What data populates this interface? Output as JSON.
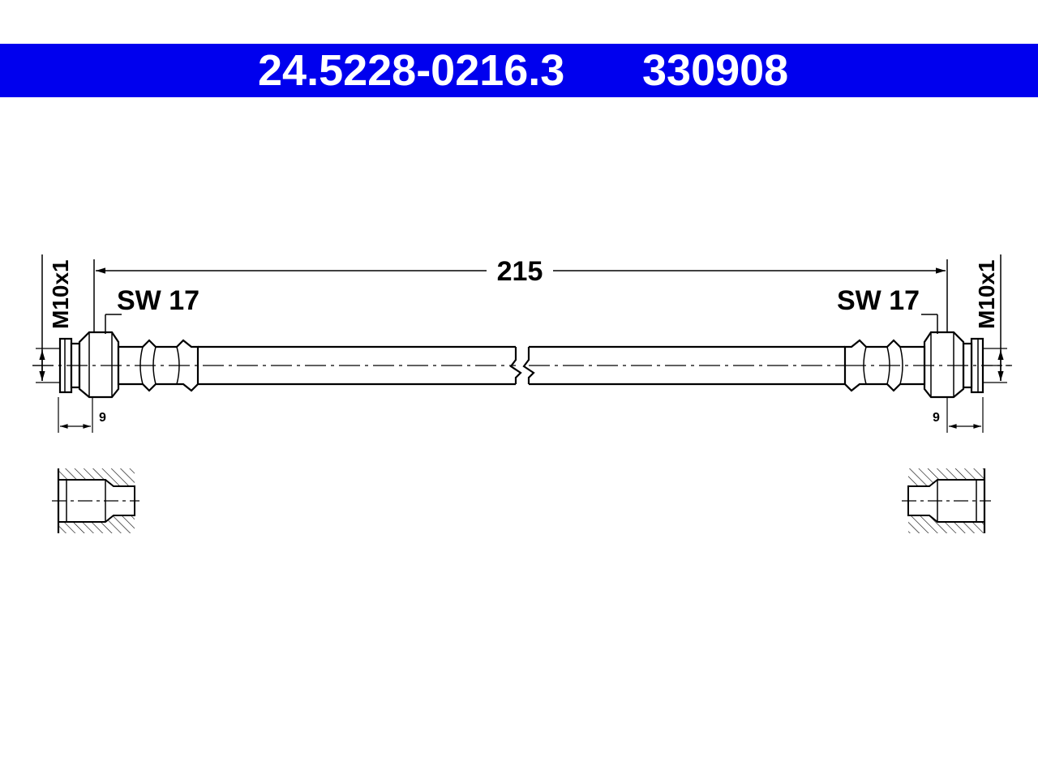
{
  "header": {
    "part_number": "24.5228-0216.3",
    "reference_number": "330908",
    "background_color": "#0000ee",
    "text_color": "#ffffff"
  },
  "drawing": {
    "overall_length": "215",
    "left_thread": "M10x1",
    "right_thread": "M10x1",
    "left_wrench_size": "SW 17",
    "right_wrench_size": "SW 17",
    "left_thread_length": "9",
    "right_thread_length": "9"
  }
}
